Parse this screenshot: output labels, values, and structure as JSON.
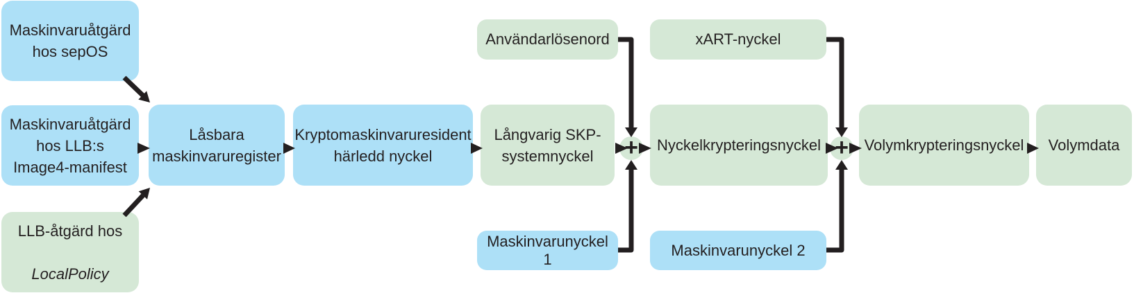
{
  "diagram": {
    "colors": {
      "blue": "#ade0f7",
      "green": "#d5e8d6",
      "ink": "#231f20",
      "background": "#ffffff"
    },
    "nodes": {
      "sepos": {
        "label": "Maskinvaruåtgärd\nhos sepOS",
        "color": "blue"
      },
      "llb_manifest": {
        "label": "Maskinvaruåtgärd\nhos LLB:s\nImage4-manifest",
        "color": "blue"
      },
      "localpolicy": {
        "line1": "LLB-åtgärd hos",
        "line2": "LocalPolicy",
        "color": "green"
      },
      "lockable_registers": {
        "label": "Låsbara\nmaskinvaruregister",
        "color": "blue"
      },
      "crypto_resident_key": {
        "label": "Kryptomaskinvaruresident\nhärledd nyckel",
        "color": "blue"
      },
      "skp_system_key": {
        "label": "Långvarig SKP-\nsystemnyckel",
        "color": "green"
      },
      "user_password": {
        "label": "Användarlösenord",
        "color": "green"
      },
      "xart_key": {
        "label": "xART-nyckel",
        "color": "green"
      },
      "hardware_key_1": {
        "label": "Maskinvarunyckel 1",
        "color": "blue"
      },
      "hardware_key_2": {
        "label": "Maskinvarunyckel 2",
        "color": "blue"
      },
      "key_encryption_key": {
        "label": "Nyckelkrypteringsnyckel",
        "color": "green"
      },
      "volume_encryption_key": {
        "label": "Volymkrypteringsnyckel",
        "color": "green"
      },
      "volume_data": {
        "label": "Volymdata",
        "color": "green"
      }
    },
    "combiners": {
      "plus1": "+",
      "plus2": "+"
    }
  }
}
